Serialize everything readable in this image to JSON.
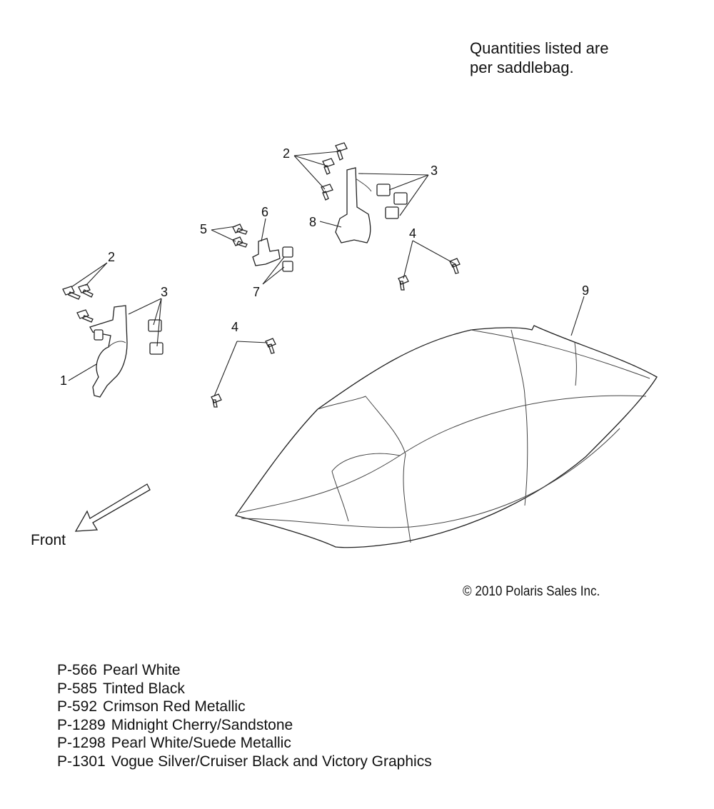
{
  "note": "Quantities listed are\nper saddlebag.",
  "callouts": {
    "c1": "1",
    "c2a": "2",
    "c2b": "2",
    "c3a": "3",
    "c3b": "3",
    "c4a": "4",
    "c4b": "4",
    "c5": "5",
    "c6": "6",
    "c7": "7",
    "c8": "8",
    "c9": "9"
  },
  "front_label": "Front",
  "copyright": "© 2010 Polaris Sales Inc.",
  "colors": [
    {
      "code": "P-566",
      "name": "Pearl White"
    },
    {
      "code": "P-585",
      "name": "Tinted Black"
    },
    {
      "code": "P-592",
      "name": "Crimson Red Metallic"
    },
    {
      "code": "P-1289",
      "name": "Midnight Cherry/Sandstone"
    },
    {
      "code": "P-1298",
      "name": "Pearl White/Suede Metallic"
    },
    {
      "code": "P-1301",
      "name": "Vogue Silver/Cruiser Black and Victory Graphics"
    }
  ]
}
